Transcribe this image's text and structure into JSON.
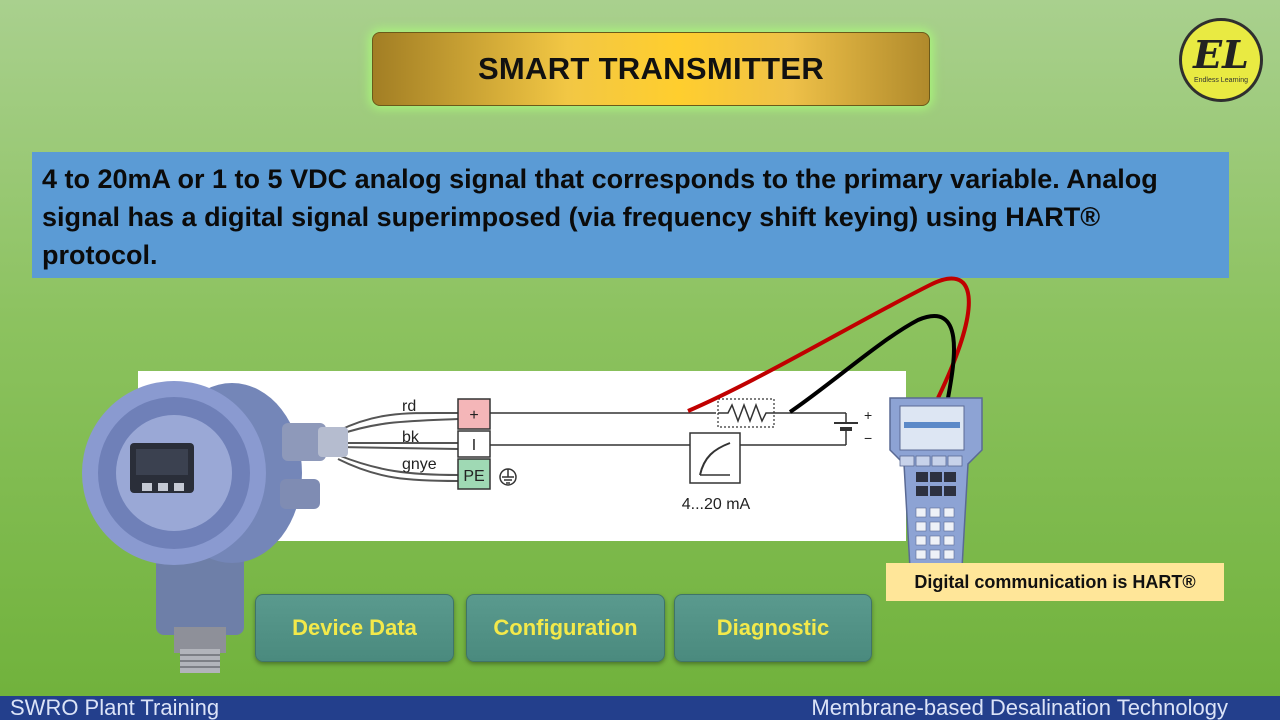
{
  "slide": {
    "title": "SMART TRANSMITTER",
    "description": "4 to 20mA or 1 to 5 VDC analog signal that corresponds to the primary variable. Analog signal has a digital signal superimposed (via frequency shift keying) using HART® protocol.",
    "callout": "Digital communication is HART®"
  },
  "logo": {
    "mark": "EL",
    "tagline": "Endless Learning"
  },
  "diagram": {
    "wire_labels": [
      "rd",
      "bk",
      "gnye"
    ],
    "terminals": [
      "+",
      "I",
      "PE"
    ],
    "current_label": "4...20 mA",
    "polarity": [
      "+",
      "−"
    ]
  },
  "buttons": [
    {
      "label": "Device Data"
    },
    {
      "label": "Configuration"
    },
    {
      "label": "Diagnostic"
    }
  ],
  "footer": {
    "left": "SWRO Plant Training",
    "right": "Membrane-based Desalination Technology"
  },
  "colors": {
    "background_top": "#a9d08e",
    "background_bottom": "#6fb13a",
    "description_box": "#5b9bd5",
    "button_fill": "#5a9a8e",
    "button_text": "#f3e94a",
    "callout_fill": "#ffe699",
    "footer": "#233f8c",
    "wire_red": "#c00000",
    "wire_black": "#000000"
  }
}
